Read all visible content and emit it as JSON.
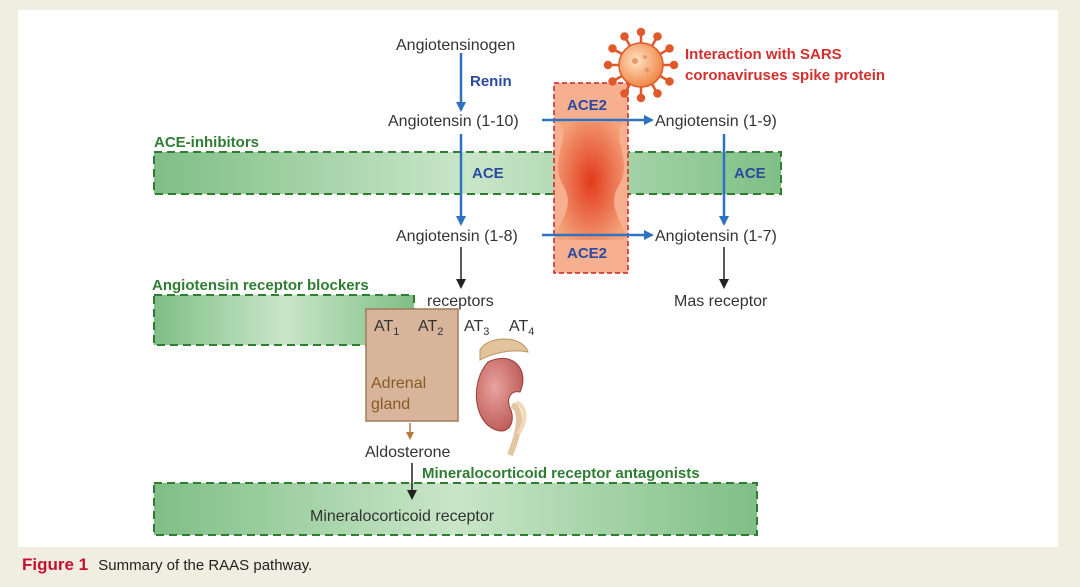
{
  "diagram": {
    "nodes": {
      "angiotensinogen": "Angiotensinogen",
      "ang_1_10": "Angiotensin (1-10)",
      "ang_1_9": "Angiotensin (1-9)",
      "ang_1_8": "Angiotensin (1-8)",
      "ang_1_7": "Angiotensin (1-7)",
      "receptors": "receptors",
      "mas_receptor": "Mas receptor",
      "aldosterone": "Aldosterone",
      "mineralocorticoid_receptor": "Mineralocorticoid receptor"
    },
    "enzymes": {
      "renin": "Renin",
      "ace_left": "ACE",
      "ace_right": "ACE",
      "ace2_top": "ACE2",
      "ace2_bottom": "ACE2"
    },
    "drugs": {
      "ace_inhibitors": "ACE-inhibitors",
      "arb": "Angiotensin receptor blockers",
      "mra": "Mineralocorticoid receptor antagonists"
    },
    "sars": {
      "line1": "Interaction with SARS",
      "line2": "coronaviruses spike protein"
    },
    "receptor_types": [
      {
        "base": "AT",
        "sub": "1"
      },
      {
        "base": "AT",
        "sub": "2"
      },
      {
        "base": "AT",
        "sub": "3"
      },
      {
        "base": "AT",
        "sub": "4"
      }
    ],
    "adrenal": {
      "line1": "Adrenal",
      "line2": "gland"
    },
    "icons": [
      "coronavirus-icon",
      "kidney-adrenal-icon"
    ],
    "colors": {
      "enzyme_arrow": "#2e72c0",
      "drug_green": "#2e7d32",
      "ace2_band": "#e05a3a",
      "sars_red": "#d32f2f"
    }
  },
  "caption": {
    "label": "Figure 1",
    "text": "Summary of the RAAS pathway."
  }
}
